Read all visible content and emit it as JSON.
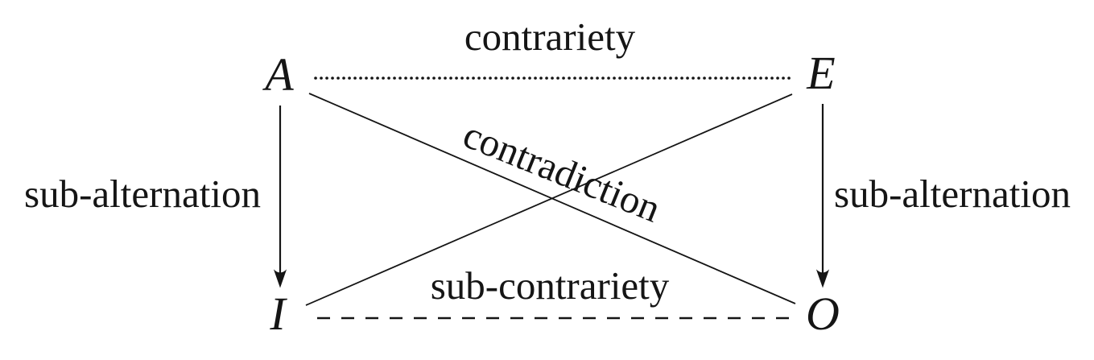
{
  "diagram": {
    "name": "square-of-opposition",
    "background_color": "#ffffff",
    "ink_color": "#151515",
    "nodes": {
      "top_left": "A",
      "top_right": "E",
      "bottom_left": "I",
      "bottom_right": "O"
    },
    "relations": {
      "top": "contrariety",
      "diagonal": "contradiction",
      "bottom": "sub-contrariety",
      "left": "sub-alternation",
      "right": "sub-alternation"
    },
    "edges": [
      {
        "from": "A",
        "to": "E",
        "style": "dotted",
        "label": "contrariety"
      },
      {
        "from": "A",
        "to": "O",
        "style": "solid",
        "label": "contradiction"
      },
      {
        "from": "E",
        "to": "I",
        "style": "solid",
        "label": "contradiction"
      },
      {
        "from": "I",
        "to": "O",
        "style": "dashed",
        "label": "sub-contrariety"
      },
      {
        "from": "A",
        "to": "I",
        "style": "arrow-down",
        "label": "sub-alternation"
      },
      {
        "from": "E",
        "to": "O",
        "style": "arrow-down",
        "label": "sub-alternation"
      }
    ]
  }
}
